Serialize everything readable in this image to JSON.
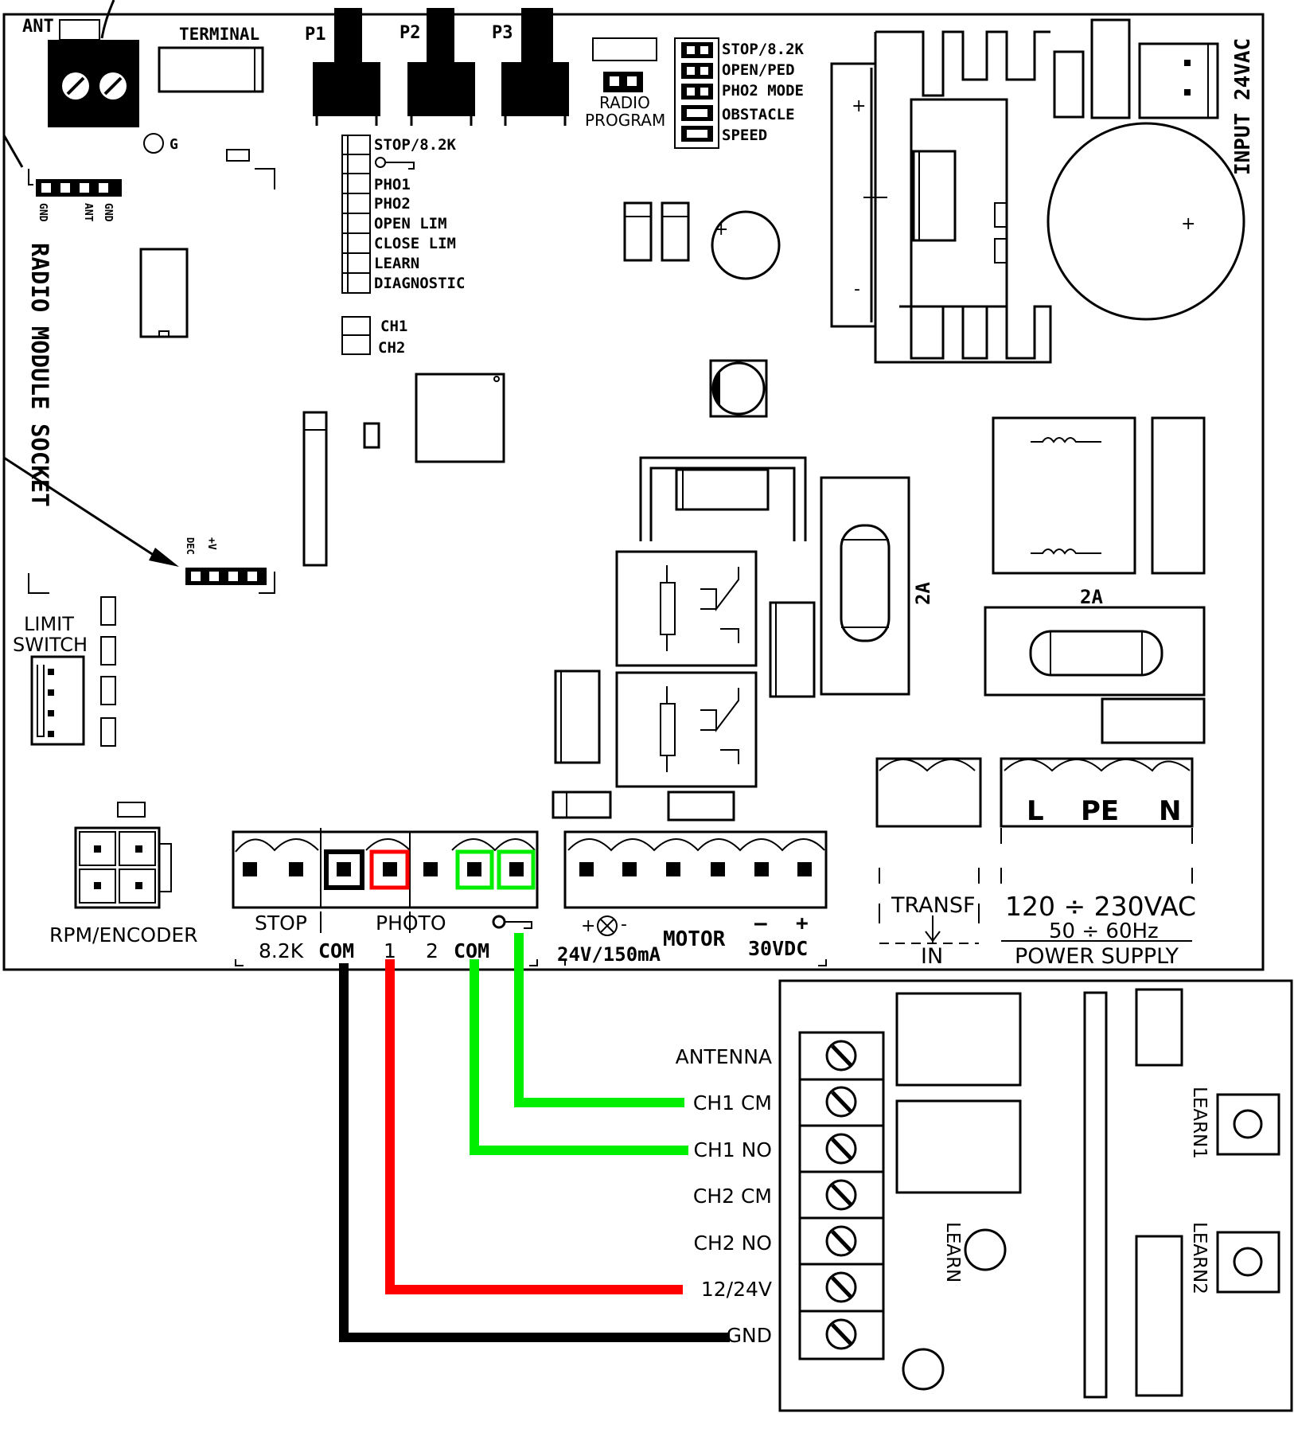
{
  "main_board": {
    "top_labels": {
      "ant": "ANT",
      "terminal": "TERMINAL",
      "p1": "P1",
      "p2": "P2",
      "p3": "P3",
      "g": "G",
      "radio_program_1": "RADIO",
      "radio_program_2": "PROGRAM",
      "input_24vac": "INPUT 24VAC"
    },
    "dip_top": [
      "STOP/8.2K",
      "OPEN/PED",
      "PHO2 MODE",
      "OBSTACLE",
      "SPEED"
    ],
    "led_list": [
      "STOP/8.2K",
      "",
      "PHO1",
      "PHO2",
      "OPEN LIM",
      "CLOSE LIM",
      "LEARN",
      "DIAGNOSTIC"
    ],
    "channel_leds": [
      "CH1",
      "CH2"
    ],
    "radio_header_pins": [
      "GND",
      "ANT",
      "GND"
    ],
    "dec_header_pins": [
      "DEC",
      "+V"
    ],
    "radio_module_socket": "RADIO MODULE SOCKET",
    "limit_switch_1": "LIMIT",
    "limit_switch_2": "SWITCH",
    "rpm_encoder": "RPM/ENCODER",
    "fuse_1": "2A",
    "fuse_2": "2A",
    "terminal_labels": {
      "stop": "STOP",
      "stop_8_2k": "8.2K",
      "com1": "COM",
      "photo": "PHOTO",
      "photo_1": "1",
      "photo_2": "2",
      "com2": "COM",
      "lamp": "24V/150mA",
      "motor": "MOTOR",
      "motor_minus": "–",
      "motor_plus": "+",
      "motor_vdc": "30VDC",
      "transf": "TRANSF",
      "transf_in": "IN",
      "power_l": "L",
      "power_pe": "PE",
      "power_n": "N",
      "power_v": "120 ÷ 230VAC",
      "power_hz": "50 ÷ 60Hz",
      "power_supply": "POWER SUPPLY"
    }
  },
  "receiver": {
    "terminals": [
      "ANTENNA",
      "CH1 CM",
      "CH1 NO",
      "CH2 CM",
      "CH2 NO",
      "12/24V",
      "GND"
    ],
    "learn": "LEARN",
    "learn1": "LEARN1",
    "learn2": "LEARN2"
  },
  "wires": [
    {
      "from": "COM",
      "to": "GND",
      "color": "#000000"
    },
    {
      "from": "PHOTO 1",
      "to": "12/24V",
      "color": "#ff0000"
    },
    {
      "from": "COM",
      "to": "CH1 NO",
      "color": "#00ee00"
    },
    {
      "from": "lock terminal",
      "to": "CH1 CM",
      "color": "#00ee00"
    }
  ]
}
